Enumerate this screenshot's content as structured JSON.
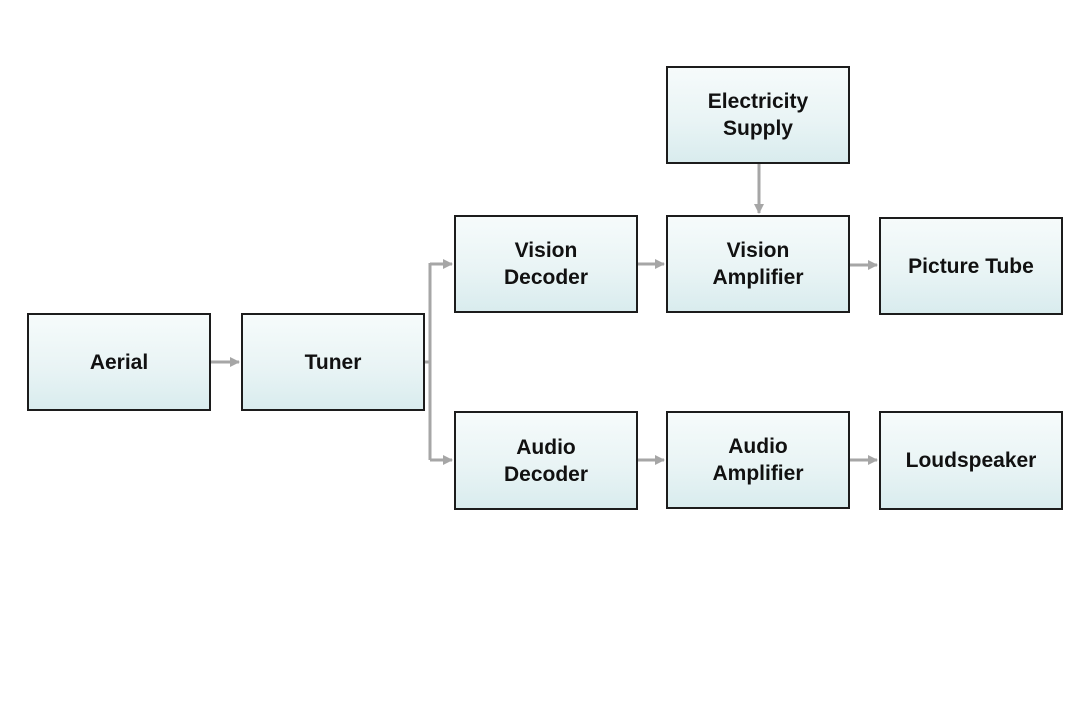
{
  "diagram": {
    "blocks": {
      "aerial": "Aerial",
      "tuner": "Tuner",
      "vision_decoder": "Vision\nDecoder",
      "vision_amplifier": "Vision\nAmplifier",
      "picture_tube": "Picture Tube",
      "electricity_supply": "Electricity\nSupply",
      "audio_decoder": "Audio\nDecoder",
      "audio_amplifier": "Audio\nAmplifier",
      "loudspeaker": "Loudspeaker"
    },
    "connections": [
      {
        "from": "Aerial",
        "to": "Tuner"
      },
      {
        "from": "Tuner",
        "to": "Vision Decoder"
      },
      {
        "from": "Tuner",
        "to": "Audio Decoder"
      },
      {
        "from": "Vision Decoder",
        "to": "Vision Amplifier"
      },
      {
        "from": "Electricity Supply",
        "to": "Vision Amplifier"
      },
      {
        "from": "Vision Amplifier",
        "to": "Picture Tube"
      },
      {
        "from": "Audio Decoder",
        "to": "Audio Amplifier"
      },
      {
        "from": "Audio Amplifier",
        "to": "Loudspeaker"
      }
    ],
    "colors": {
      "block_border": "#1c1c1c",
      "block_fill_top": "#f6fbfb",
      "block_fill_bottom": "#d9ecee",
      "connector": "#a6a6a6",
      "text": "#111111"
    }
  }
}
